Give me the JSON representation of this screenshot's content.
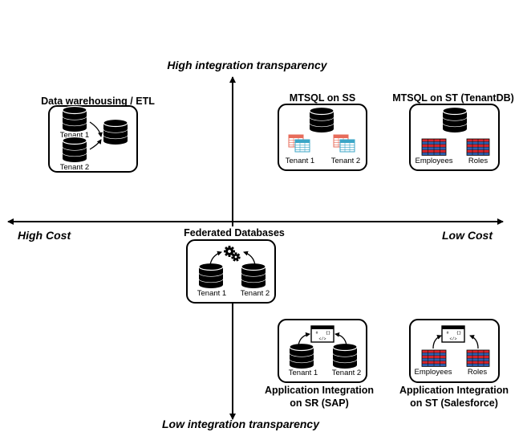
{
  "axes": {
    "top_label": "High integration transparency",
    "bottom_label": "Low integration transparency",
    "left_label": "High Cost",
    "right_label": "Low Cost"
  },
  "boxes": {
    "etl": {
      "title": "Data warehousing / ETL",
      "tenant1": "Tenant 1",
      "tenant2": "Tenant 2"
    },
    "mtsql_ss": {
      "title": "MTSQL on SS",
      "tenant1": "Tenant 1",
      "tenant2": "Tenant 2"
    },
    "mtsql_st": {
      "title": "MTSQL on ST (TenantDB)",
      "left": "Employees",
      "right": "Roles"
    },
    "federated": {
      "title": "Federated Databases",
      "tenant1": "Tenant 1",
      "tenant2": "Tenant 2"
    },
    "app_sr": {
      "title_line1": "Application Integration",
      "title_line2": "on SR (SAP)",
      "tenant1": "Tenant 1",
      "tenant2": "Tenant 2"
    },
    "app_st": {
      "title_line1": "Application Integration",
      "title_line2": "on ST (Salesforce)",
      "left": "Employees",
      "right": "Roles"
    }
  },
  "icons": [
    "database-icon",
    "spreadsheet-table-icon",
    "red-blue-table-icon",
    "gears-icon",
    "code-window-icon"
  ],
  "colors": {
    "stroke": "#000000",
    "table_red": "#d9242b",
    "table_blue": "#2f5fb0",
    "sheet_red": "#e76c5b",
    "sheet_teal": "#3ba6c7"
  }
}
